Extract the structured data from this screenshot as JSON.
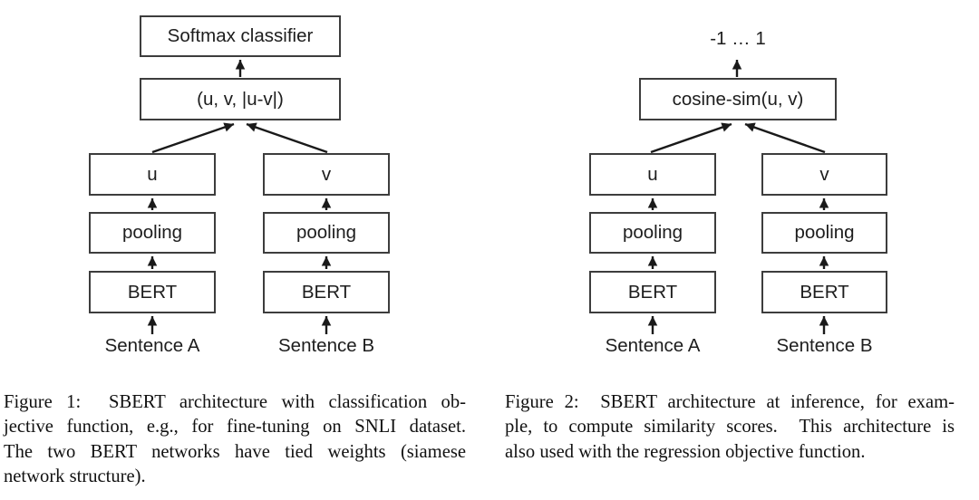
{
  "figure1": {
    "boxes": {
      "softmax": "Softmax classifier",
      "concat": "(u, v, |u-v|)",
      "u": "u",
      "v": "v",
      "pooling_left": "pooling",
      "pooling_right": "pooling",
      "bert_left": "BERT",
      "bert_right": "BERT"
    },
    "inputs": {
      "sentence_a": "Sentence A",
      "sentence_b": "Sentence B"
    },
    "caption_lines": [
      "Figure 1:  SBERT architecture with classification ob-",
      "jective function, e.g., for fine-tuning on SNLI dataset.",
      "The two BERT networks have tied weights (siamese",
      "network structure)."
    ]
  },
  "figure2": {
    "output_range": "-1 … 1",
    "boxes": {
      "cosine": "cosine-sim(u, v)",
      "u": "u",
      "v": "v",
      "pooling_left": "pooling",
      "pooling_right": "pooling",
      "bert_left": "BERT",
      "bert_right": "BERT"
    },
    "inputs": {
      "sentence_a": "Sentence A",
      "sentence_b": "Sentence B"
    },
    "caption_lines": [
      "Figure 2:  SBERT architecture at inference, for exam-",
      "ple, to compute similarity scores.  This architecture is",
      "also used with the regression objective function."
    ]
  },
  "colors": {
    "ink": "#1a1a1a",
    "box_border": "#3d3d3d",
    "background": "#ffffff"
  }
}
